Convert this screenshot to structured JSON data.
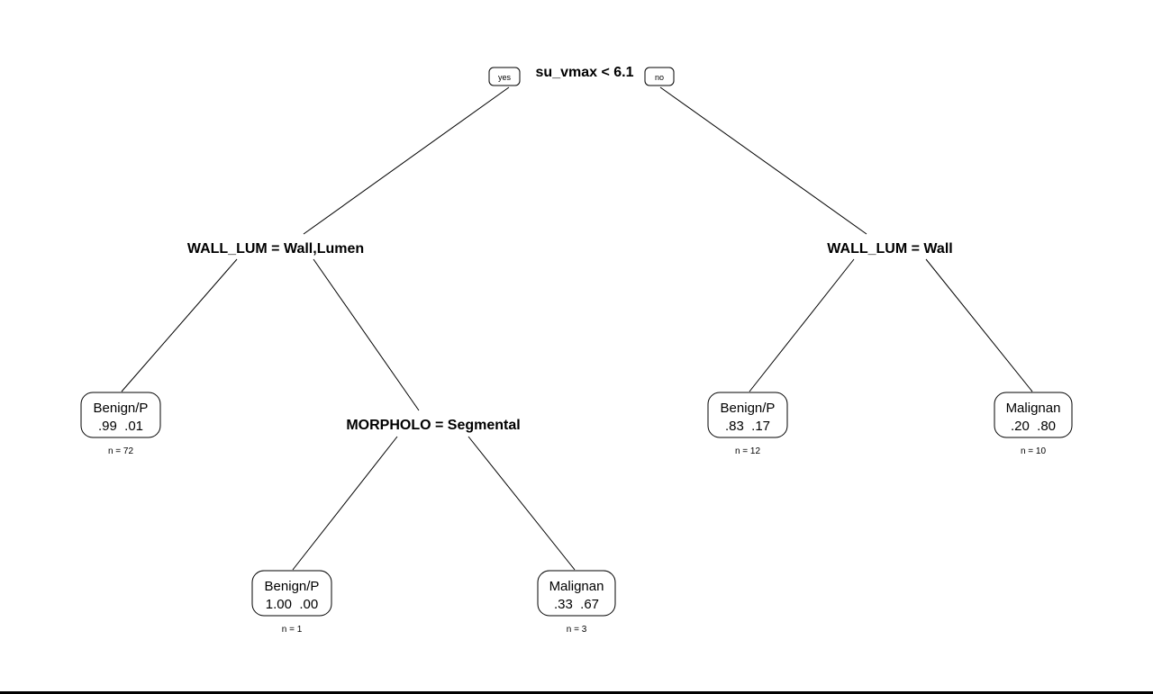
{
  "tree": {
    "root": {
      "label": "su_vmax < 6.1",
      "yes_tag": "yes",
      "no_tag": "no"
    },
    "left_split": {
      "label": "WALL_LUM = Wall,Lumen"
    },
    "right_split": {
      "label": "WALL_LUM = Wall"
    },
    "mid_split": {
      "label": "MORPHOLO = Segmental"
    },
    "leaves": [
      {
        "class": "Benign/P",
        "probs": ".99  .01",
        "n": "n = 72"
      },
      {
        "class": "Benign/P",
        "probs": "1.00  .00",
        "n": "n = 1"
      },
      {
        "class": "Malignan",
        "probs": ".33  .67",
        "n": "n = 3"
      },
      {
        "class": "Benign/P",
        "probs": ".83  .17",
        "n": "n = 12"
      },
      {
        "class": "Malignan",
        "probs": ".20  .80",
        "n": "n = 10"
      }
    ]
  }
}
